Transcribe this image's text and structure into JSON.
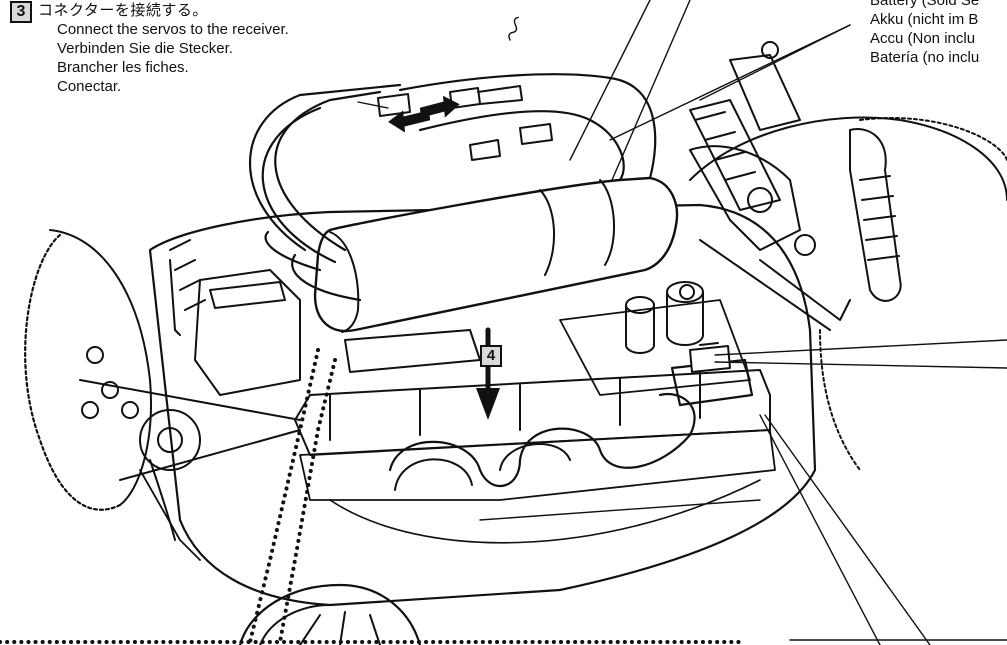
{
  "step3": {
    "number": "3",
    "lines": [
      "コネクターを接続する。",
      "Connect the servos to the receiver.",
      "Verbinden Sie die Stecker.",
      "Brancher les fiches.",
      "Conectar."
    ]
  },
  "battery": {
    "lines": [
      "Battery (Sold Se",
      "Akku (nicht im B",
      "Accu (Non inclu",
      "Batería (no inclu"
    ]
  },
  "step4": {
    "number": "4"
  },
  "colors": {
    "ink": "#111111",
    "step_box_fill": "#d9d9d9",
    "paper": "#ffffff"
  }
}
